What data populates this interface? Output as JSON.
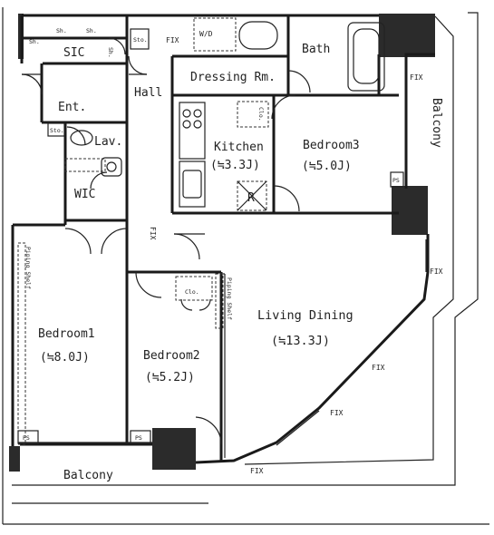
{
  "rooms": {
    "shoe_1": "Sh.",
    "shoe_2": "Sh.",
    "shoe_3": "Sh.",
    "sic": "SIC",
    "sto_top": "Sto.",
    "sh_small": "Sh.",
    "washer": "W/D",
    "bath": "Bath",
    "dressing": "Dressing Rm.",
    "hall": "Hall",
    "entrance": "Ent.",
    "sto_mid": "Sto.",
    "lavatory": "Lav.",
    "wic": "WIC",
    "kitchen": "Kitchen",
    "kitchen_size": "(≒3.3J)",
    "bedroom3": "Bedroom3",
    "bedroom3_size": "(≒5.0J)",
    "clo_b3": "Clo.",
    "refrigerator": "R",
    "living": "Living Dining",
    "living_size": "(≒13.3J)",
    "bedroom1": "Bedroom1",
    "bedroom1_size": "(≒8.0J)",
    "bedroom2": "Bedroom2",
    "bedroom2_size": "(≒5.2J)",
    "clo_b2": "Clo.",
    "balcony_bottom": "Balcony",
    "balcony_right": "Balcony",
    "ps_1": "PS",
    "ps_2": "PS",
    "ps_3": "PS",
    "fix_1": "FIX",
    "fix_2": "FIX",
    "fix_3": "FIX",
    "fix_4": "FIX",
    "fix_5": "FIX",
    "fix_6": "FIX",
    "fix_7": "FIX",
    "pipe_shelf_1": "Piping Shelf",
    "pipe_shelf_2": "Piping Shelf"
  }
}
